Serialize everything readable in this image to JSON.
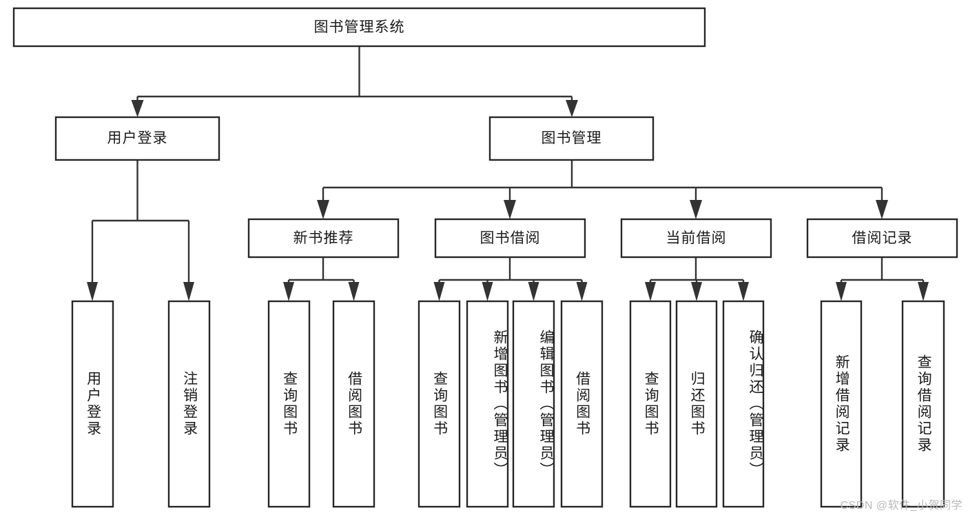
{
  "diagram": {
    "title": "图书管理系统",
    "type": "hierarchy-tree",
    "watermark": "CSDN @软件_小贺同学",
    "colors": {
      "box_stroke": "#262626",
      "connector": "#333333",
      "background": "#ffffff",
      "text": "#1a1a1a",
      "watermark": "#b9b9b9"
    },
    "levels": {
      "root": {
        "label": "图书管理系统"
      },
      "level2": [
        {
          "label": "用户登录"
        },
        {
          "label": "图书管理"
        }
      ],
      "level3": [
        {
          "label": "新书推荐"
        },
        {
          "label": "图书借阅"
        },
        {
          "label": "当前借阅"
        },
        {
          "label": "借阅记录"
        }
      ],
      "leaves_user_login": [
        {
          "label": "用户登录"
        },
        {
          "label": "注销登录"
        }
      ],
      "leaves_new_book": [
        {
          "label": "查询图书"
        },
        {
          "label": "借阅图书"
        }
      ],
      "leaves_borrow": [
        {
          "label": "查询图书"
        },
        {
          "label": "新增图书（管理员）"
        },
        {
          "label": "编辑图书（管理员）"
        },
        {
          "label": "借阅图书"
        }
      ],
      "leaves_current": [
        {
          "label": "查询图书"
        },
        {
          "label": "归还图书"
        },
        {
          "label": "确认归还（管理员）"
        }
      ],
      "leaves_record": [
        {
          "label": "新增借阅记录"
        },
        {
          "label": "查询借阅记录"
        }
      ]
    }
  }
}
